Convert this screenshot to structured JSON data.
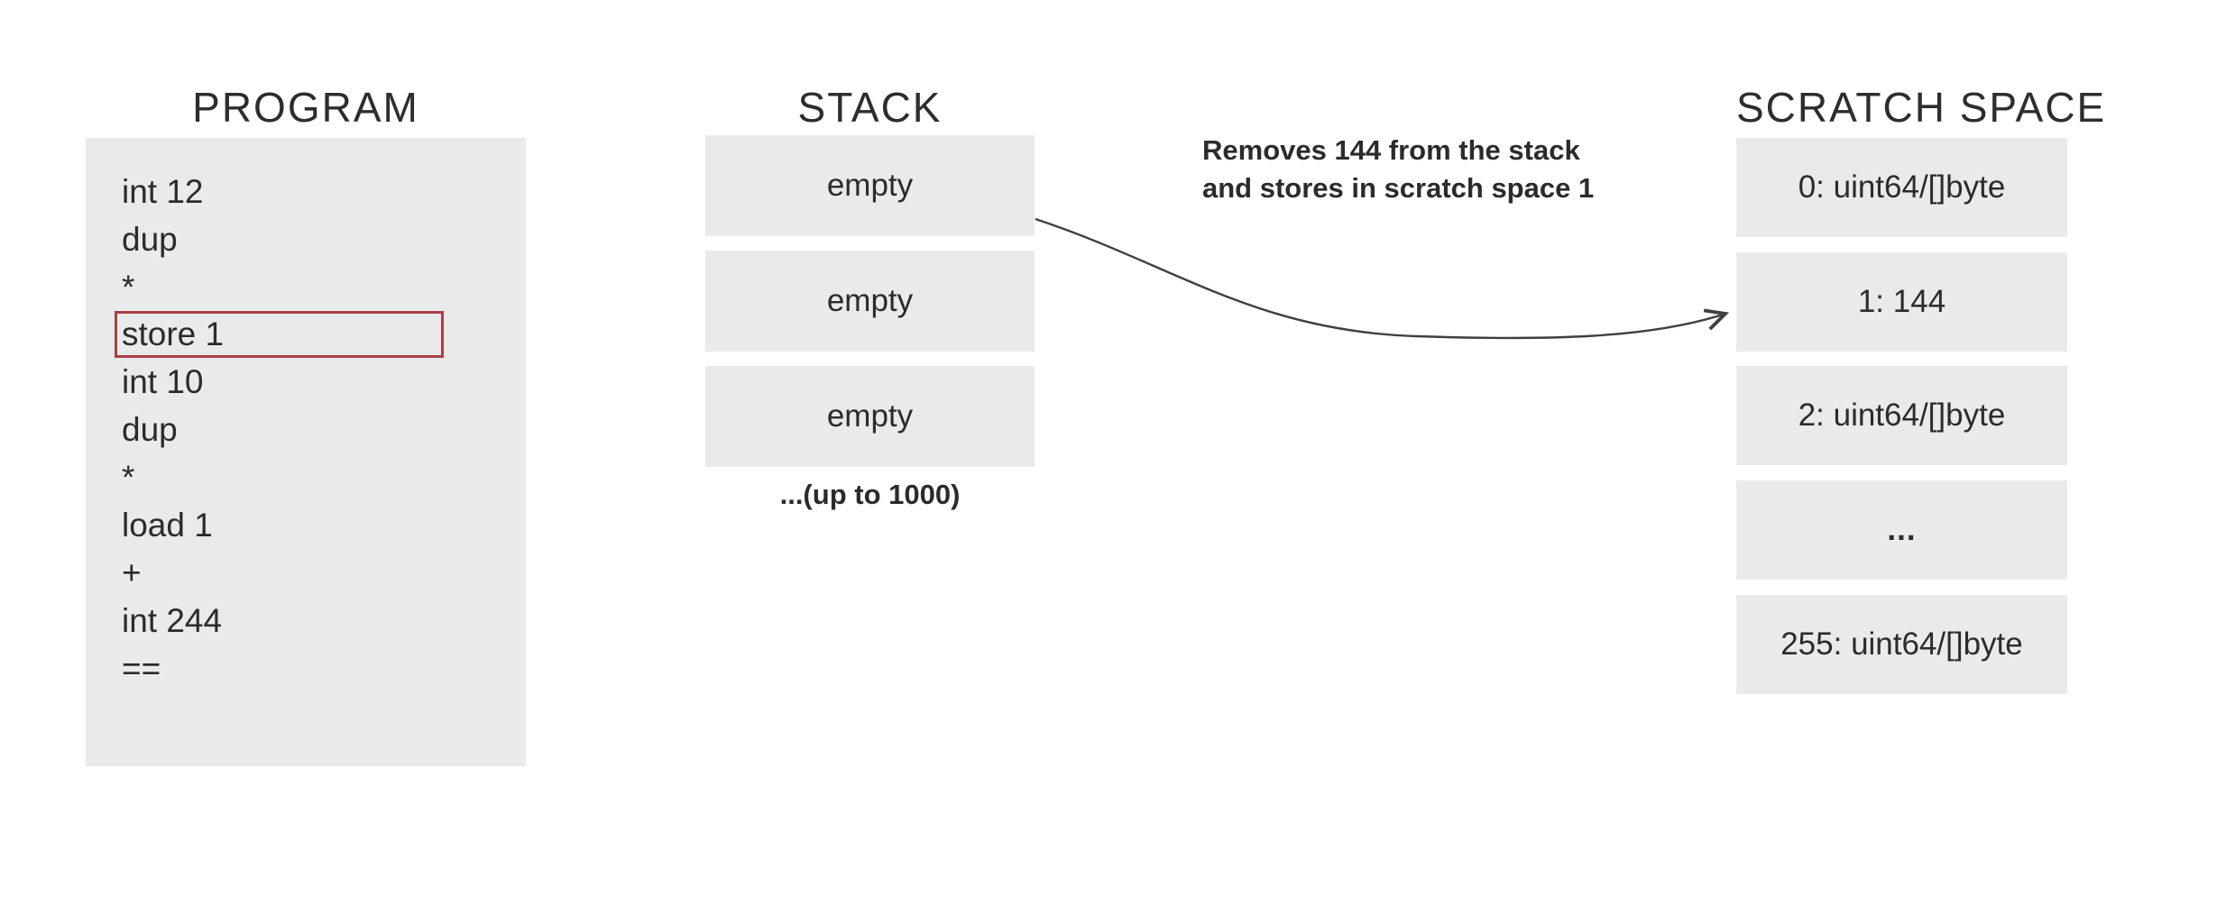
{
  "program": {
    "title": "PROGRAM",
    "instructions": [
      "int 12",
      "dup",
      "*",
      "store 1",
      "int 10",
      "dup",
      "*",
      "load 1",
      "+",
      "int 244",
      "=="
    ],
    "highlighted_instruction": "store 1"
  },
  "stack": {
    "title": "STACK",
    "slots": [
      "empty",
      "empty",
      "empty"
    ],
    "note": "...(up to 1000)"
  },
  "annotation": {
    "line1": "Removes 144 from the stack",
    "line2": "and stores in scratch space 1"
  },
  "scratch_space": {
    "title": "SCRATCH SPACE",
    "slots": [
      "0: uint64/[]byte",
      "1: 144",
      "2: uint64/[]byte",
      "...",
      "255: uint64/[]byte"
    ]
  },
  "colors": {
    "box_bg": "#e8eaeb",
    "text": "#2b2b2b",
    "highlight_border": "#ab3f43",
    "arrow": "#3f3f3f"
  }
}
